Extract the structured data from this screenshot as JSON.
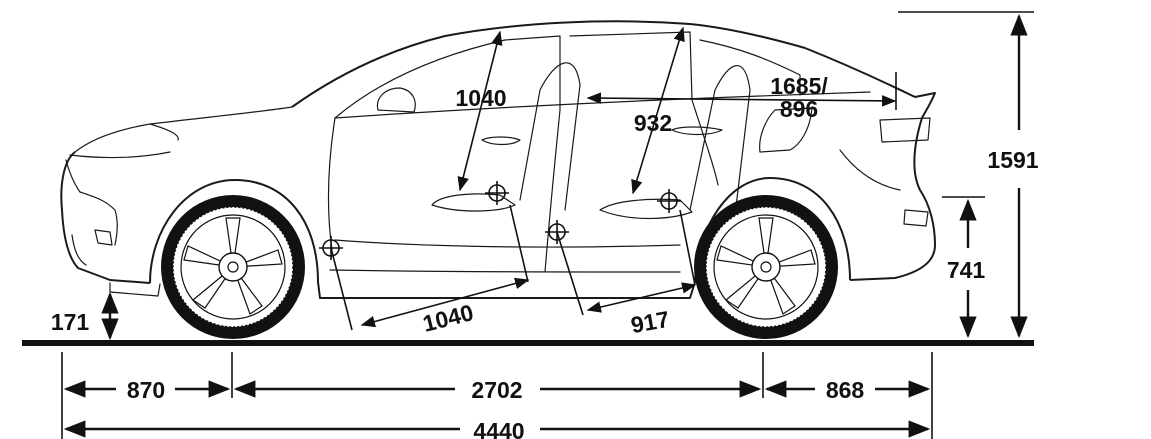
{
  "dimensions": {
    "front_overhang": "870",
    "wheelbase": "2702",
    "rear_overhang": "868",
    "overall_length": "4440",
    "overall_height": "1591",
    "ground_clearance": "171",
    "hip_height": "741",
    "front_headroom": "1040",
    "front_legroom": "1040",
    "rear_headroom": "932",
    "rear_legroom": "917",
    "shoulder_room_line1": "1685/",
    "shoulder_room_line2": "896"
  },
  "colors": {
    "ink": "#111111",
    "background": "#ffffff"
  },
  "icons": [
    "crosshair-seat-reference-icon",
    "wheel-icon",
    "arrowhead-icon"
  ]
}
